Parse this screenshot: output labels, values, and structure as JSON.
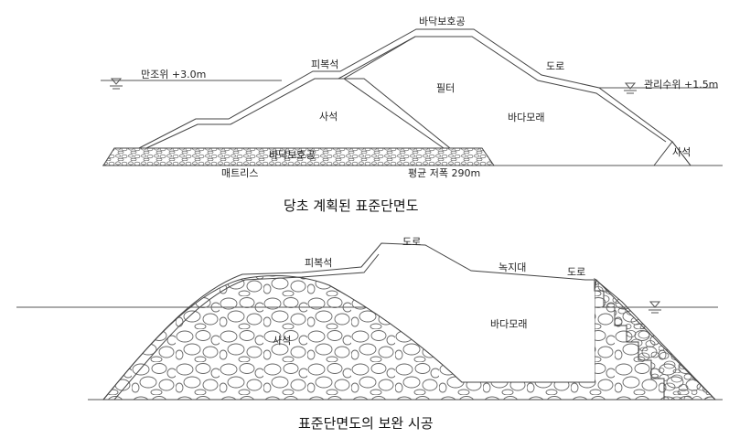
{
  "top": {
    "labels": {
      "seabed_protection_top": "바닥보호공",
      "armor_stone": "피복석",
      "high_tide": "만조위 +3.0m",
      "filter": "필터",
      "road": "도로",
      "control_level": "관리수위 +1.5m",
      "rubble": "사석",
      "sea_sand": "바다모래",
      "rubble_right": "사석",
      "seabed_protection_bottom": "바닥보호공",
      "mattress": "매트리스",
      "avg_depth": "평균 저폭 290m"
    },
    "caption": "당초 계획된 표준단면도"
  },
  "bottom": {
    "labels": {
      "road_top": "도로",
      "armor_stone": "피복석",
      "green_zone": "녹지대",
      "road_right": "도로",
      "rubble": "사석",
      "sea_sand": "바다모래"
    },
    "caption": "표준단면도의 보완 시공"
  }
}
